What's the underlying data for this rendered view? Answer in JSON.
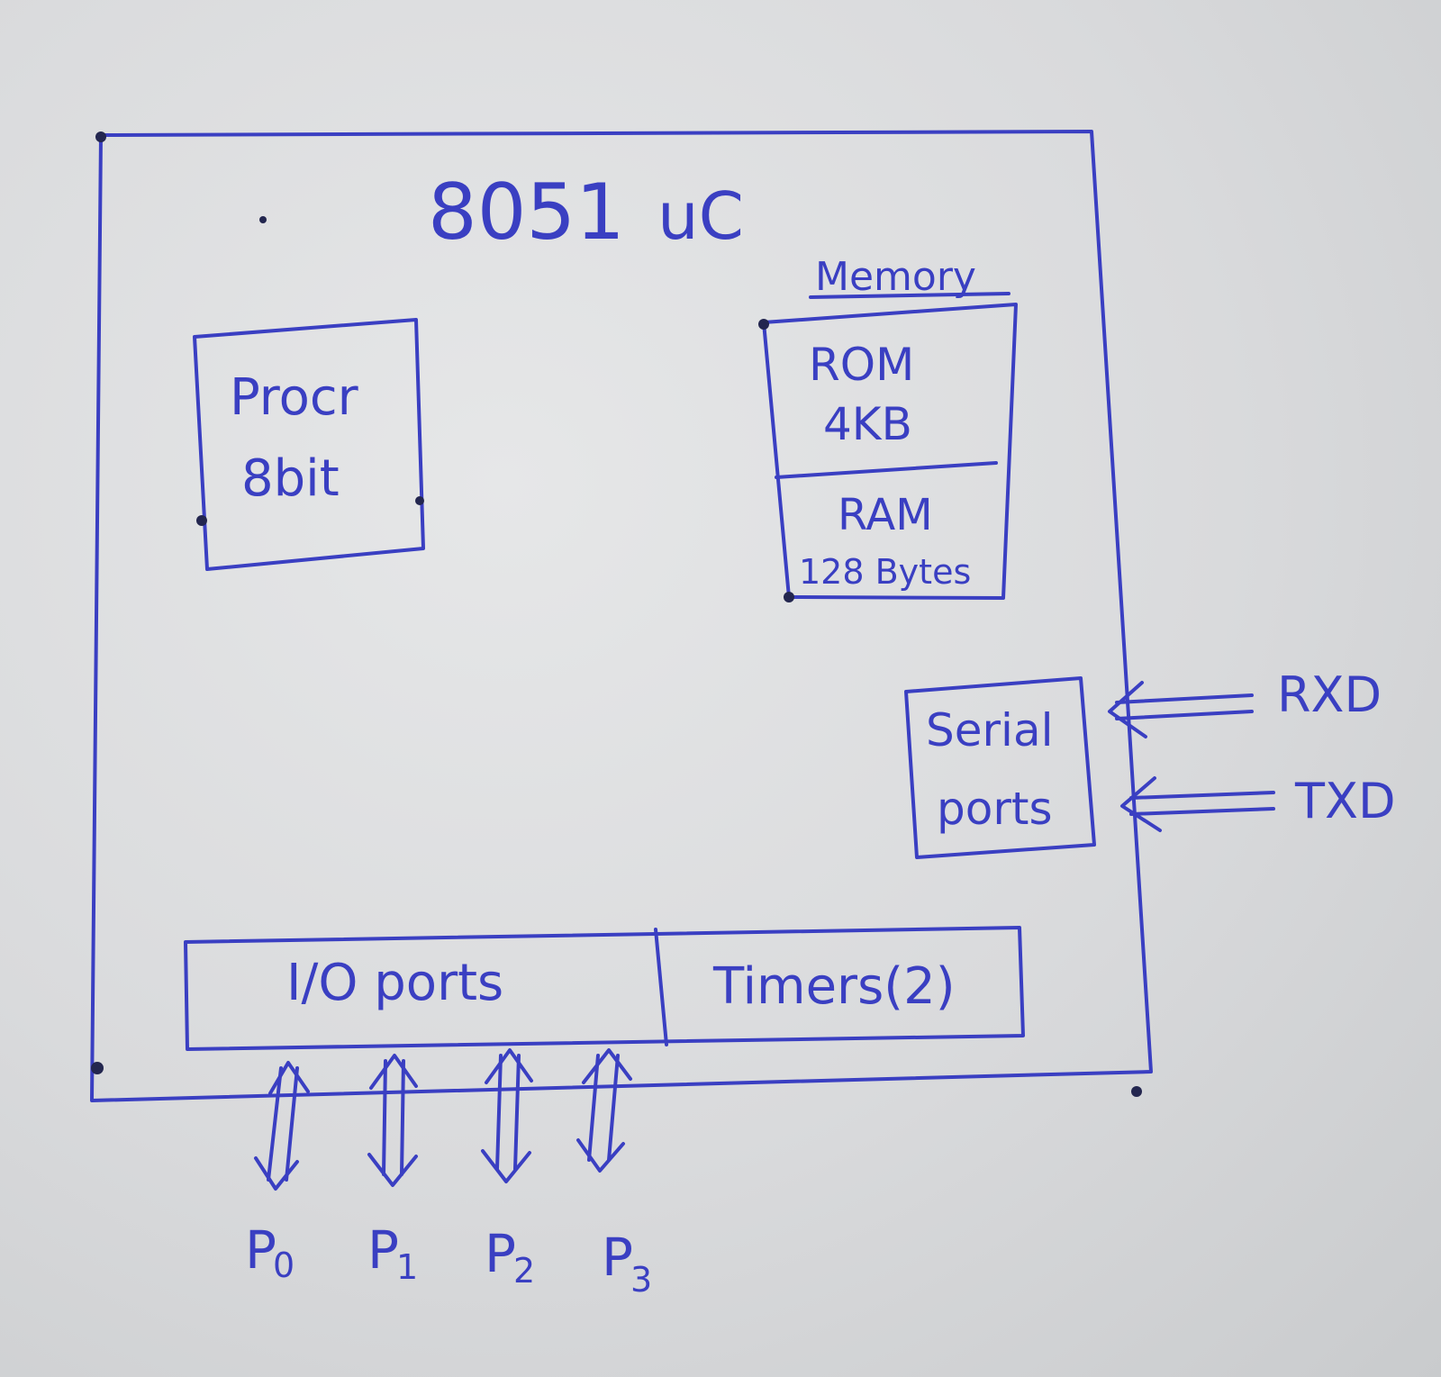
{
  "title": {
    "chip": "8051",
    "unit": "uC"
  },
  "memory": {
    "heading": "Memory"
  },
  "processor": {
    "line1": "Procr",
    "line2": "8bit"
  },
  "rom": {
    "line1": "ROM",
    "line2": "4KB"
  },
  "ram": {
    "line1": "RAM",
    "line2": "128 Bytes"
  },
  "serial": {
    "line1": "Serial",
    "line2": "ports",
    "rx_label": "RXD",
    "tx_label": "TXD"
  },
  "io": {
    "label": "I/O ports"
  },
  "timers": {
    "label": "Timers(2)"
  },
  "ports": [
    {
      "base": "P",
      "sub": "0"
    },
    {
      "base": "P",
      "sub": "1"
    },
    {
      "base": "P",
      "sub": "2"
    },
    {
      "base": "P",
      "sub": "3"
    }
  ],
  "colors": {
    "ink": "#3a3fc2",
    "paper": "#dcdddf"
  }
}
